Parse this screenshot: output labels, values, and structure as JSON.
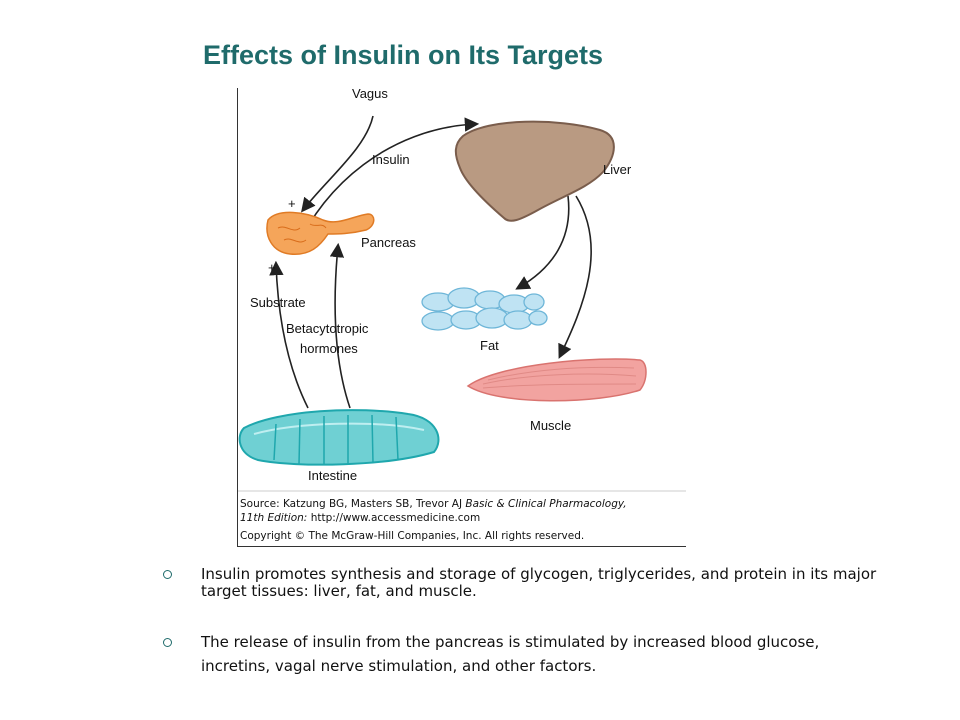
{
  "title": "Effects of Insulin on Its Targets",
  "diagram": {
    "labels": {
      "vagus": "Vagus",
      "insulin": "Insulin",
      "liver": "Liver",
      "pancreas": "Pancreas",
      "plus_top": "+",
      "plus_bottom": "+",
      "substrate": "Substrate",
      "betacytotropic": "Betacytotropic",
      "hormones": "hormones",
      "fat": "Fat",
      "muscle": "Muscle",
      "intestine": "Intestine"
    },
    "source": {
      "line1_prefix": "Source: Katzung BG, Masters SB, Trevor AJ",
      "line1_italic": "Basic & Clinical Pharmacology,",
      "line2_italic": "11th Edition:",
      "line2_url": "http://www.accessmedicine.com",
      "copyright": "Copyright © The McGraw-Hill Companies, Inc. All rights reserved."
    },
    "colors": {
      "pancreas": "#f5a55a",
      "liver": "#b99a82",
      "fat": "#bfe3f3",
      "muscle": "#f2a3a0",
      "intestine": "#6fd0d3"
    }
  },
  "bullets": [
    "Insulin promotes synthesis and storage of glycogen, triglycerides, and protein in its major target tissues: liver, fat, and muscle.",
    "The release of insulin from the pancreas is stimulated by increased blood glucose, incretins, vagal nerve stimulation, and other factors."
  ]
}
